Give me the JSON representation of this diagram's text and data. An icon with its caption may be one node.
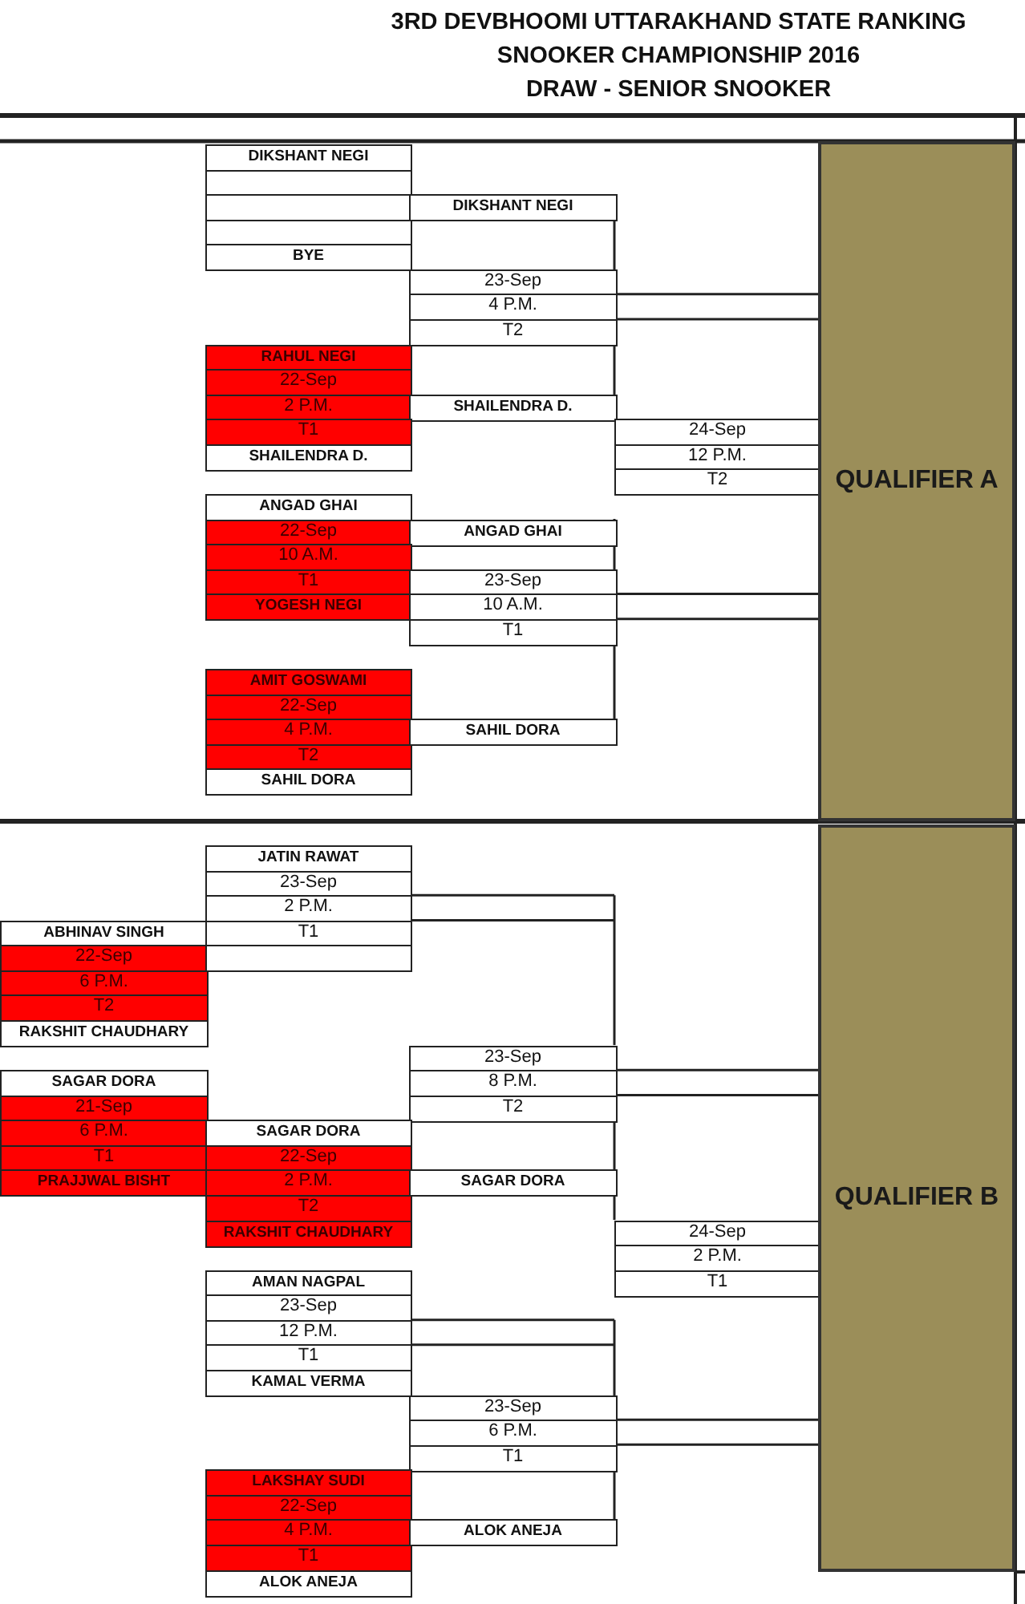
{
  "diagram": {
    "title": "3RD DEVBHOOMI UTTARAKHAND STATE RANKING SNOOKER CHAMPIONSHIP 2016",
    "nodes": [
      {
        "text": [
          "DIKSHANT NEGI"
        ]
      },
      {
        "text": [],
        "shape": "box"
      },
      {
        "text": [],
        "shape": "box"
      },
      {
        "text": [
          "DIKSHANT NEGI"
        ]
      },
      {
        "text": [],
        "shape": "box"
      },
      {
        "text": [
          "BYE"
        ]
      },
      {
        "text": [
          "23-Sep"
        ]
      },
      {
        "text": [
          "4 P.M."
        ]
      },
      {
        "text": [
          "T2"
        ]
      },
      {
        "text": [
          "RAHUL NEGI"
        ]
      },
      {
        "text": [
          "22-Sep"
        ]
      },
      {
        "text": [
          "2 P.M."
        ]
      },
      {
        "text": [
          "SHAILENDRA D."
        ]
      },
      {
        "text": [
          "T1"
        ]
      },
      {
        "text": [
          "24-Sep"
        ]
      },
      {
        "text": [
          "SHAILENDRA D."
        ]
      },
      {
        "text": [
          "12 P.M."
        ]
      },
      {
        "text": [
          "T2"
        ]
      },
      {
        "text": [
          "ANGAD GHAI"
        ]
      },
      {
        "text": [
          "22-Sep"
        ]
      },
      {
        "text": [
          "ANGAD GHAI"
        ]
      },
      {
        "text": [
          "10 A.M."
        ]
      },
      {
        "text": [
          "T1"
        ]
      },
      {
        "text": [
          "23-Sep"
        ]
      },
      {
        "text": [
          "YOGESH NEGI"
        ]
      },
      {
        "text": [
          "10 A.M."
        ]
      },
      {
        "text": [
          "T1"
        ]
      },
      {
        "text": [
          "AMIT GOSWAMI"
        ]
      },
      {
        "text": [
          "22-Sep"
        ]
      },
      {
        "text": [
          "4 P.M."
        ]
      },
      {
        "text": [
          "SAHIL DORA"
        ]
      },
      {
        "text": [
          "T2"
        ]
      },
      {
        "text": [
          "SAHIL DORA"
        ]
      },
      {
        "text": [
          "QUALIFIER A"
        ]
      },
      {
        "text": [
          "JATIN RAWAT"
        ]
      },
      {
        "text": [
          "23-Sep"
        ]
      },
      {
        "text": [
          "2 P.M."
        ]
      },
      {
        "text": [
          "ABHINAV SINGH"
        ]
      },
      {
        "text": [
          "T1"
        ]
      },
      {
        "text": [
          "22-Sep"
        ]
      },
      {
        "text": [],
        "shape": "box"
      },
      {
        "text": [
          "6 P.M."
        ]
      },
      {
        "text": [
          "T2"
        ]
      },
      {
        "text": [
          "RAKSHIT CHAUDHARY"
        ]
      },
      {
        "text": [
          "23-Sep"
        ]
      },
      {
        "text": [
          "SAGAR DORA"
        ]
      },
      {
        "text": [
          "8 P.M."
        ]
      },
      {
        "text": [
          "21-Sep"
        ]
      },
      {
        "text": [
          "T2"
        ]
      },
      {
        "text": [
          "6 P.M."
        ]
      },
      {
        "text": [
          "SAGAR DORA"
        ]
      },
      {
        "text": [
          "T1"
        ]
      },
      {
        "text": [
          "22-Sep"
        ]
      },
      {
        "text": [
          "PRAJJWAL BISHT"
        ]
      },
      {
        "text": [
          "2 P.M."
        ]
      },
      {
        "text": [
          "SAGAR DORA"
        ]
      },
      {
        "text": [
          "T2"
        ]
      },
      {
        "text": [
          "RAKSHIT CHAUDHARY"
        ]
      },
      {
        "text": [
          "24-Sep"
        ]
      },
      {
        "text": [
          "2 P.M."
        ]
      },
      {
        "text": [
          "AMAN NAGPAL"
        ]
      },
      {
        "text": [
          "T1"
        ]
      },
      {
        "text": [
          "23-Sep"
        ]
      },
      {
        "text": [
          "12 P.M."
        ]
      },
      {
        "text": [
          "T1"
        ]
      },
      {
        "text": [
          "KAMAL VERMA"
        ]
      },
      {
        "text": [
          "23-Sep"
        ]
      },
      {
        "text": [
          "6 P.M."
        ]
      },
      {
        "text": [
          "T1"
        ]
      },
      {
        "text": [
          "LAKSHAY SUDI"
        ]
      },
      {
        "text": [
          "22-Sep"
        ]
      },
      {
        "text": [
          "4 P.M."
        ]
      },
      {
        "text": [
          "ALOK ANEJA"
        ]
      },
      {
        "text": [
          "T1"
        ]
      },
      {
        "text": [
          "ALOK ANEJA"
        ]
      },
      {
        "text": [
          "QUALIFIER B"
        ]
      }
    ],
    "labels": [
      "DRAW - SENIOR SNOOKER"
    ]
  }
}
